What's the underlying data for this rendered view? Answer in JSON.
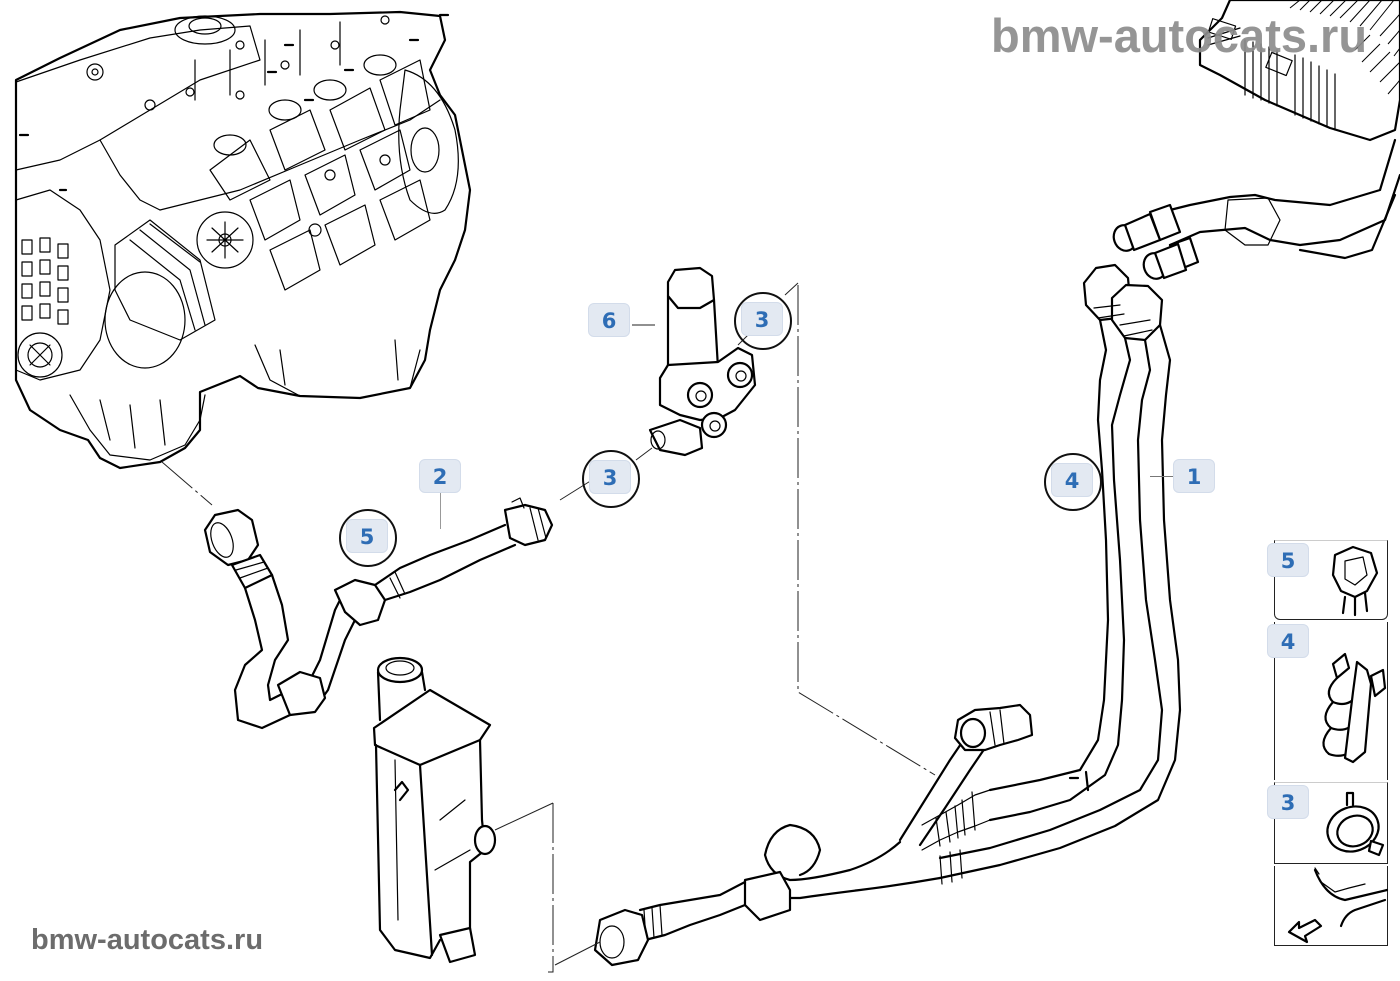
{
  "watermarks": {
    "top": "bmw-autocats.ru",
    "bottom": "bmw-autocats.ru"
  },
  "callouts": {
    "hose_right_outer": "1",
    "hose_left": "2",
    "clamp_valve_top": "3",
    "clamp_valve_bottom": "3",
    "hose_right_inner": "4",
    "clip_left": "5",
    "valve": "6"
  },
  "side_panel": {
    "items": [
      {
        "label": "5",
        "part": "hose-clip"
      },
      {
        "label": "4",
        "part": "hose-holder"
      },
      {
        "label": "3",
        "part": "hose-clamp"
      },
      {
        "label": "",
        "part": "front-direction-arrow"
      }
    ]
  },
  "colors": {
    "callout_bg": "#e3e9f2",
    "callout_text": "#2e6db5",
    "watermark": "#8a8a8a"
  }
}
